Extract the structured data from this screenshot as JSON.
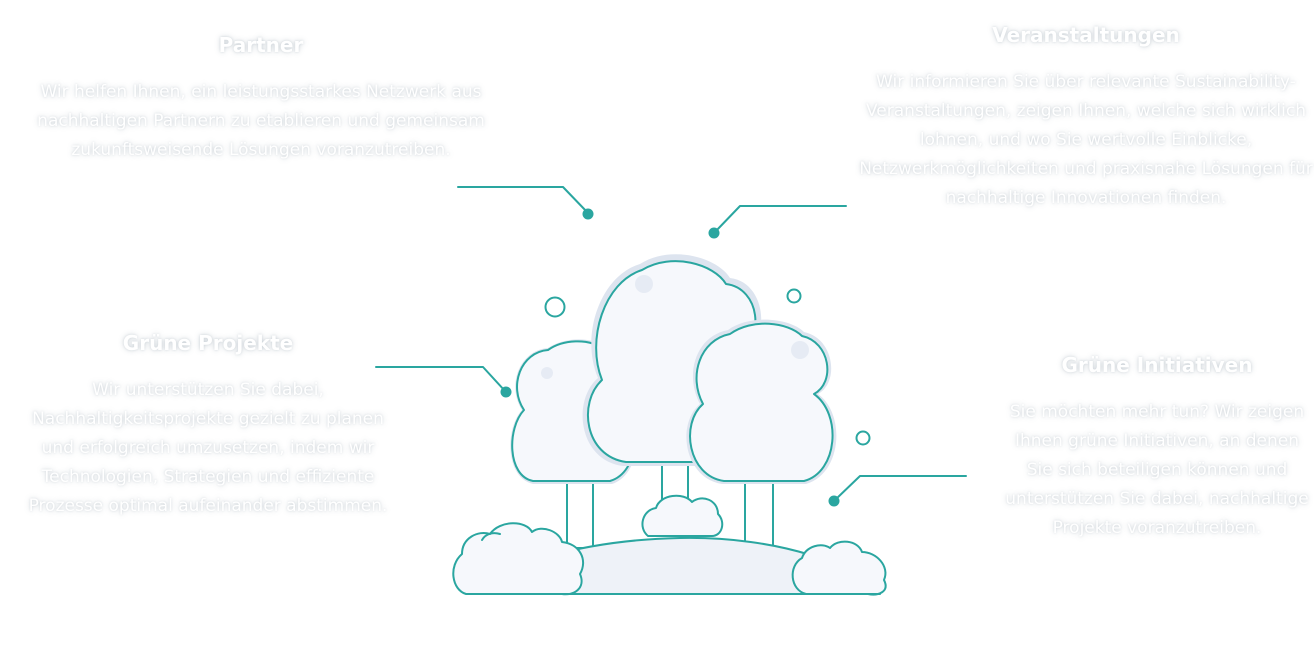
{
  "sections": {
    "partner": {
      "title": "Partner",
      "text": "Wir helfen Ihnen, ein leistungsstarkes Netzwerk aus nachhaltigen Partnern zu etablieren und gemeinsam zukunftsweisende Lösungen voranzutreiben."
    },
    "events": {
      "title": "Veranstaltungen",
      "text": "Wir informieren Sie über relevante Sustainability-Veranstaltungen, zeigen Ihnen, welche sich wirklich lohnen, und wo Sie wertvolle Einblicke, Netzwerkmöglichkeiten und praxisnahe Lösungen für nachhaltige Innovationen finden."
    },
    "green_projects": {
      "title": "Grüne Projekte",
      "text": "Wir unterstützen Sie dabei, Nachhaltigkeitsprojekte gezielt zu planen und erfolgreich umzusetzen, indem wir Technologien, Strategien und effiziente Prozesse optimal aufeinander abstimmen."
    },
    "green_initiatives": {
      "title": "Grüne Initiativen",
      "text": "Sie möchten mehr tun? Wir zeigen Ihnen grüne Initiativen, an denen Sie sich beteiligen können und unterstützen Sie dabei, nachhaltige Projekte voranzutreiben."
    }
  },
  "colors": {
    "accent": "#2aa6a0",
    "tree_fill": "#f6f8fc",
    "tree_shade": "#dde4ef",
    "heading_text": "#ffffff"
  }
}
